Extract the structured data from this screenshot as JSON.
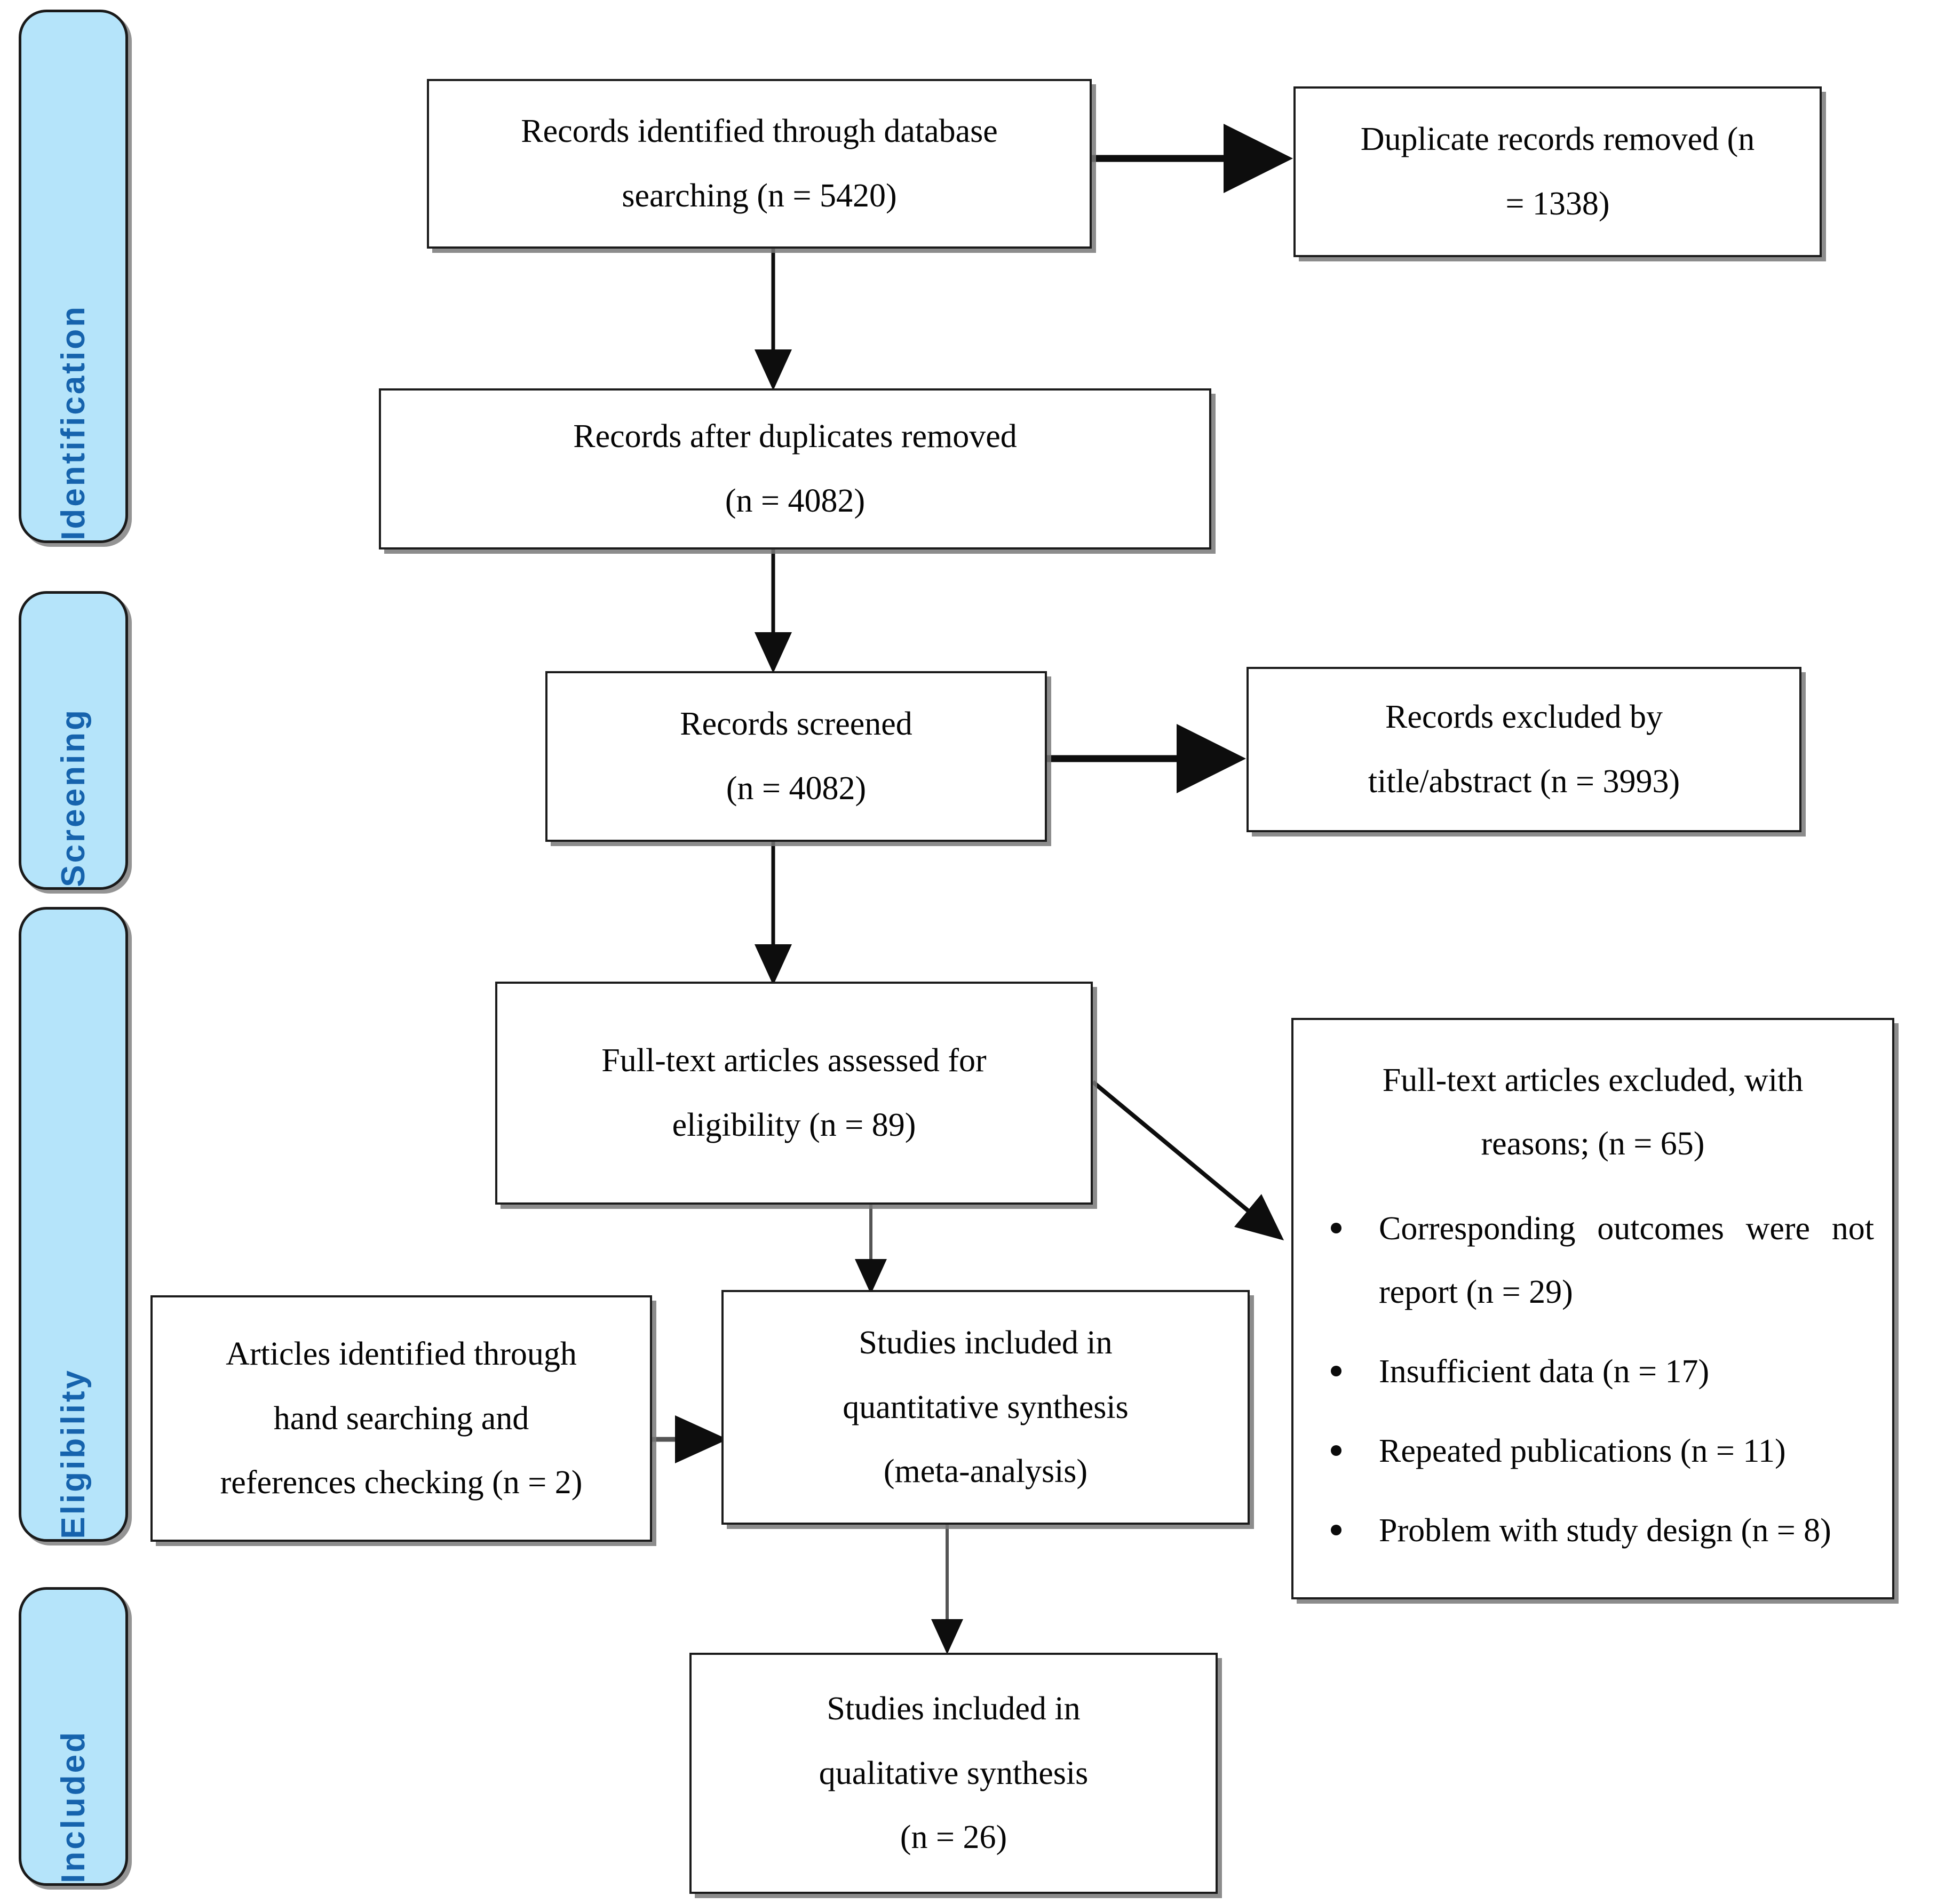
{
  "diagram": {
    "title": "PRISMA flow diagram",
    "accent_color": "#b5e4fa",
    "label_color": "#1663ad",
    "line_color": "#111111"
  },
  "stages": [
    {
      "key": "identification",
      "label": "Identification"
    },
    {
      "key": "screening",
      "label": "Screening"
    },
    {
      "key": "eligibility",
      "label": "Eligibility"
    },
    {
      "key": "included",
      "label": "Included"
    }
  ],
  "boxes": {
    "records_identified": {
      "line1": "Records identified through database",
      "line2": "searching (n = 5420)"
    },
    "duplicates_removed": {
      "line1": "Duplicate records removed (n",
      "line2": "= 1338)"
    },
    "records_after_duplicates": {
      "line1": "Records after duplicates removed",
      "line2": "(n = 4082)"
    },
    "records_screened": {
      "line1": "Records screened",
      "line2": "(n = 4082)"
    },
    "records_excluded": {
      "line1": "Records excluded by",
      "line2": "title/abstract (n = 3993)"
    },
    "fulltext_assessed": {
      "line1": "Full-text articles assessed for",
      "line2": "eligibility (n = 89)"
    },
    "fulltext_excluded": {
      "heading1": "Full-text articles excluded, with",
      "heading2": "reasons; (n = 65)",
      "reasons": [
        "Corresponding  outcomes  were not report (n = 29)",
        "Insufficient data (n = 17)",
        "Repeated publications (n = 11)",
        "Problem with study design (n = 8)"
      ]
    },
    "hand_searching": {
      "line1": "Articles identified through",
      "line2": "hand searching and",
      "line3": "references checking (n = 2)"
    },
    "quantitative_synthesis": {
      "line1": "Studies included in",
      "line2": "quantitative synthesis",
      "line3": "(meta-analysis)"
    },
    "qualitative_synthesis": {
      "line1": "Studies included in",
      "line2": "qualitative synthesis",
      "line3": "(n = 26)"
    }
  },
  "flow_data": {
    "type": "flowchart",
    "identified_database": 5420,
    "duplicates_removed": 1338,
    "after_duplicates": 4082,
    "screened": 4082,
    "excluded_title_abstract": 3993,
    "fulltext_assessed": 89,
    "fulltext_excluded_total": 65,
    "exclusion_reasons": [
      {
        "reason": "Corresponding outcomes were not report",
        "n": 29
      },
      {
        "reason": "Insufficient data",
        "n": 17
      },
      {
        "reason": "Repeated publications",
        "n": 11
      },
      {
        "reason": "Problem with study design",
        "n": 8
      }
    ],
    "hand_searching_added": 2,
    "included_qualitative": 26
  }
}
